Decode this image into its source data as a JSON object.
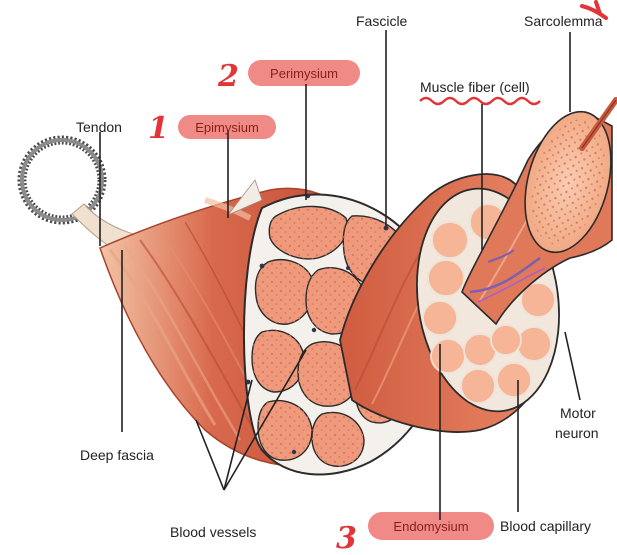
{
  "labels": {
    "tendon": "Tendon",
    "deep_fascia": "Deep fascia",
    "blood_vessels": "Blood vessels",
    "fascicle": "Fascicle",
    "sarcolemma": "Sarcolemma",
    "muscle_fiber": "Muscle fiber (cell)",
    "motor_neuron_line1": "Motor",
    "motor_neuron_line2": "neuron",
    "blood_capillary": "Blood capillary"
  },
  "highlighted_labels": [
    {
      "number": "1",
      "text": "Epimysium"
    },
    {
      "number": "2",
      "text": "Perimysium"
    },
    {
      "number": "3",
      "text": "Endomysium"
    }
  ],
  "colors": {
    "annotation_red": "#e3343a",
    "highlight_fill": "#f08a86",
    "muscle_dark": "#c9553b",
    "muscle_light": "#f2a985",
    "tissue_white": "#f4f1ec"
  }
}
